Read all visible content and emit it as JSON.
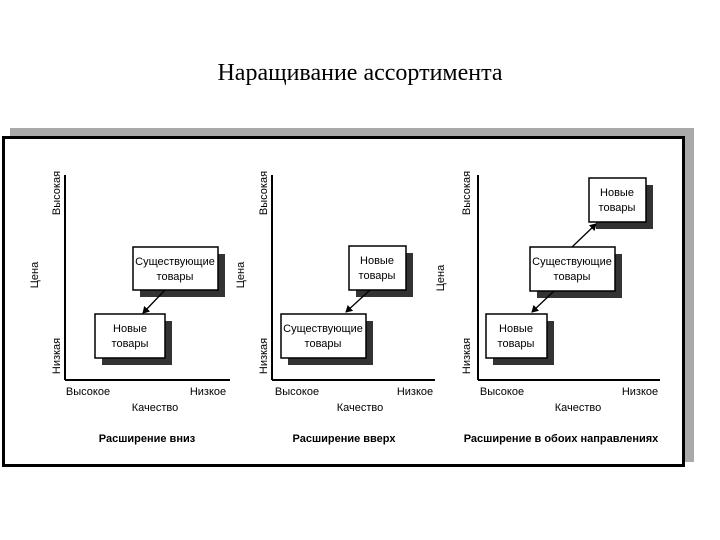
{
  "title": "Наращивание ассортимента",
  "axis_text": {
    "y_axis": "Цена",
    "y_high": "Высокая",
    "y_low": "Низкая",
    "x_axis": "Качество",
    "x_high": "Высокое",
    "x_low": "Низкое"
  },
  "box_text": {
    "new_line1": "Новые",
    "new_line2": "товары",
    "existing_line1": "Существующие",
    "existing_line2": "товары"
  },
  "panels": [
    {
      "caption": "Расширение вниз"
    },
    {
      "caption": "Расширение вверх"
    },
    {
      "caption": "Расширение в обоих направлениях"
    }
  ]
}
